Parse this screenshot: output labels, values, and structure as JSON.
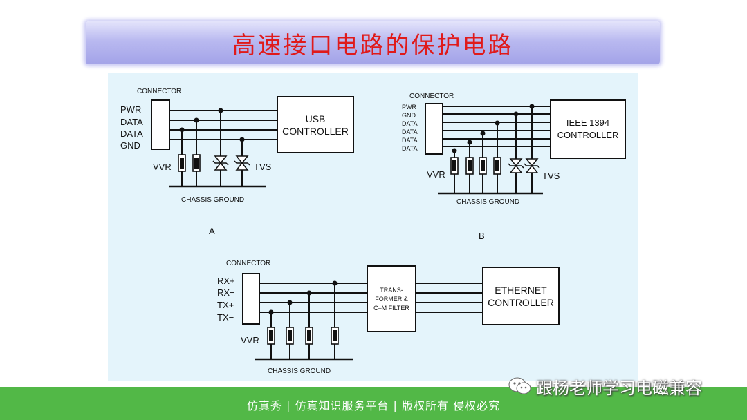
{
  "title": "高速接口电路的保护电路",
  "diagram_a": {
    "connector_label": "CONNECTOR",
    "pins": [
      "PWR",
      "DATA",
      "DATA",
      "GND"
    ],
    "controller": [
      "USB",
      "CONTROLLER"
    ],
    "vvr": "VVR",
    "tvs": "TVS",
    "ground": "CHASSIS GROUND",
    "caption": "A"
  },
  "diagram_b": {
    "connector_label": "CONNECTOR",
    "pins": [
      "PWR",
      "GND",
      "DATA",
      "DATA",
      "DATA",
      "DATA"
    ],
    "controller": [
      "IEEE 1394",
      "CONTROLLER"
    ],
    "vvr": "VVR",
    "tvs": "TVS",
    "ground": "CHASSIS GROUND",
    "caption": "B"
  },
  "diagram_c": {
    "connector_label": "CONNECTOR",
    "pins": [
      "RX+",
      "RX−",
      "TX+",
      "TX−"
    ],
    "transformer": [
      "TRANS-",
      "FORMER &",
      "C–M FILTER"
    ],
    "controller": [
      "ETHERNET",
      "CONTROLLER"
    ],
    "vvr": "VVR",
    "ground": "CHASSIS GROUND"
  },
  "footer": "仿真秀 | 仿真知识服务平台 | 版权所有 侵权必究",
  "watermark": "跟杨老师学习电磁兼容",
  "watermark_icon": "wechat-icon"
}
